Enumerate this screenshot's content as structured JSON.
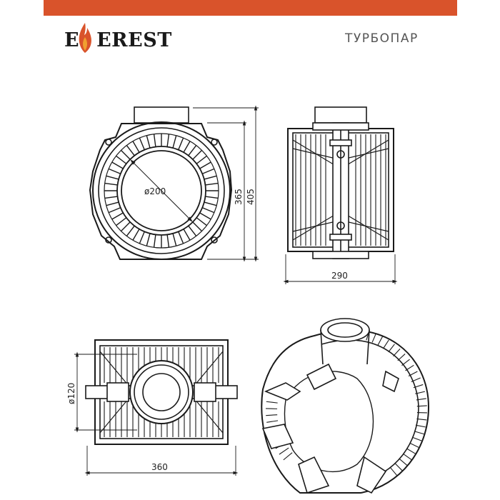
{
  "header": {
    "bar_color": "#d9532b",
    "brand_first": "E",
    "brand_rest": "EREST",
    "brand_flame": "flame-icon",
    "product_name": "ТУРБОПАР"
  },
  "front_view": {
    "diameter_label": "ø200",
    "height_inner_label": "365",
    "height_outer_label": "405"
  },
  "side_view": {
    "width_label": "290"
  },
  "bottom_view": {
    "diameter_label": "ø120",
    "width_label": "360"
  },
  "colors": {
    "line": "#1a1a1a",
    "accent": "#d9532b",
    "flame_inner": "#f0a030"
  }
}
